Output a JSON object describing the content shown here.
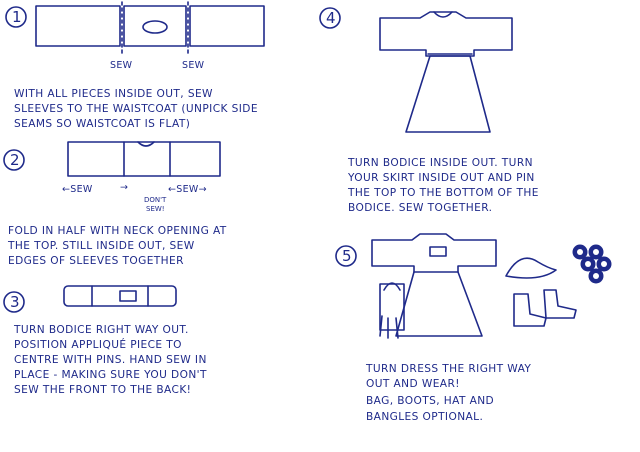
{
  "step1": {
    "number": "1",
    "sew_left": "SEW",
    "sew_right": "SEW",
    "text": [
      "WITH ALL PIECES INSIDE OUT, SEW",
      "SLEEVES TO THE WAISTCOAT (UNPICK SIDE",
      "SEAMS SO WAISTCOAT IS FLAT)"
    ]
  },
  "step2": {
    "number": "2",
    "sew_left": "←SEW",
    "sew_right": "←SEW→",
    "dont_sew": [
      "DON'T",
      "SEW!"
    ],
    "text": [
      "FOLD IN HALF WITH NECK OPENING AT",
      "THE TOP. STILL INSIDE OUT, SEW",
      "EDGES OF SLEEVES TOGETHER"
    ]
  },
  "step3": {
    "number": "3",
    "text": [
      "TURN BODICE RIGHT WAY OUT.",
      "POSITION APPLIQUÉ PIECE TO",
      "CENTRE WITH PINS. HAND SEW IN",
      "PLACE - MAKING SURE YOU DON'T",
      "SEW THE FRONT TO THE BACK!"
    ]
  },
  "step4": {
    "number": "4",
    "text": [
      "TURN BODICE INSIDE OUT. TURN",
      "YOUR SKIRT INSIDE OUT AND PIN",
      "THE TOP TO THE BOTTOM OF THE",
      "BODICE. SEW TOGETHER."
    ]
  },
  "step5": {
    "number": "5",
    "text": [
      "TURN DRESS THE RIGHT WAY",
      "OUT AND WEAR!",
      "BAG, BOOTS, HAT AND",
      "BANGLES OPTIONAL."
    ]
  },
  "colors": {
    "ink": "#1f2a8a",
    "paper": "#ffffff"
  }
}
